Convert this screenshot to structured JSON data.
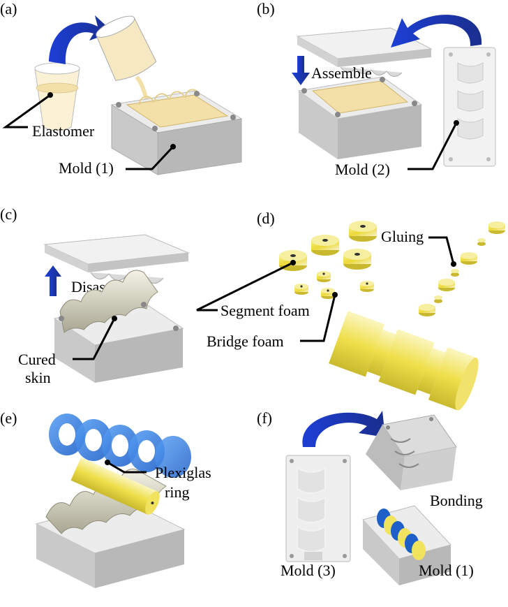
{
  "panels": [
    {
      "id": "a",
      "label": "(a)"
    },
    {
      "id": "b",
      "label": "(b)"
    },
    {
      "id": "c",
      "label": "(c)"
    },
    {
      "id": "d",
      "label": "(d)"
    },
    {
      "id": "e",
      "label": "(e)"
    },
    {
      "id": "f",
      "label": "(f)"
    }
  ],
  "labels": {
    "a": {
      "elastomer": "Elastomer",
      "mold": "Mold (1)"
    },
    "b": {
      "assemble": "Assemble",
      "mold": "Mold (2)"
    },
    "c": {
      "disassemble": "Disassemble",
      "cured_line1": "Cured",
      "cured_line2": "skin"
    },
    "d": {
      "gluing": "Gluing",
      "segment": "Segment foam",
      "bridge": "Bridge foam"
    },
    "e": {
      "plexi_line1": "Plexiglas",
      "plexi_line2": "ring"
    },
    "f": {
      "mold3": "Mold (3)",
      "mold1": "Mold (1)",
      "bonding": "Bonding"
    }
  },
  "colors": {
    "mold_top": "#ececec",
    "mold_side": "#c9c9c9",
    "mold_front": "#b3b3b3",
    "elastomer": "#f3dfa8",
    "arrow_blue": "#1f3fbf",
    "foam_yellow": "#f1e55a",
    "plexiglas": "#2f80e8",
    "skin": "#d8d6c4"
  }
}
